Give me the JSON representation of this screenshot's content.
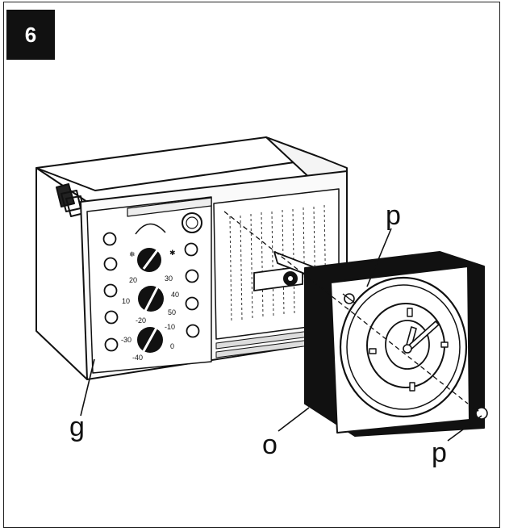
{
  "figure": {
    "step_number": "6",
    "callouts": {
      "g": "g",
      "o": "o",
      "p_top": "p",
      "p_bottom": "p"
    },
    "dial_scales": {
      "upper": [
        "20",
        "30",
        "10",
        "40",
        "50"
      ],
      "lower": [
        "-20",
        "-10",
        "-30",
        "0",
        "-40"
      ]
    }
  }
}
